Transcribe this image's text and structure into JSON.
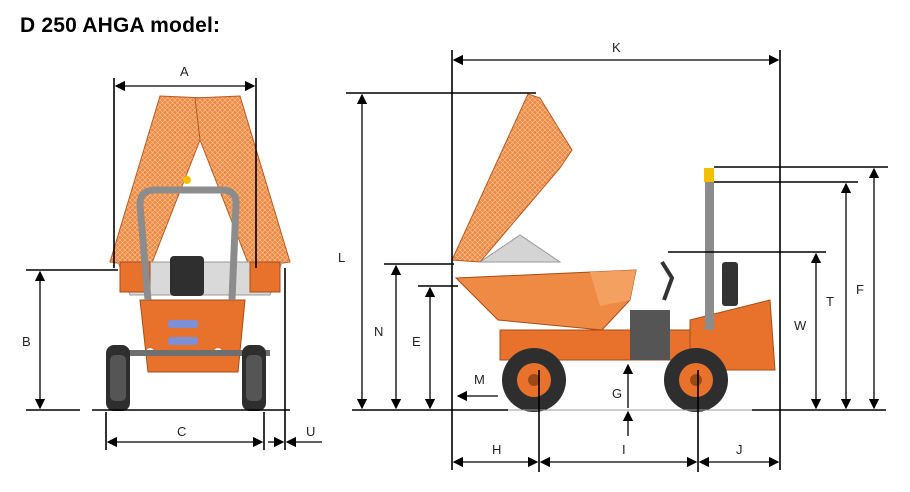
{
  "title": "D 250 AHGA model:",
  "colors": {
    "body": "#e8712c",
    "body_light": "#f3a060",
    "frame": "#8a8a8a",
    "tyre": "#3a3a3a",
    "rim": "#e8712c"
  },
  "labels": {
    "A": "A",
    "B": "B",
    "C": "C",
    "U": "U",
    "K": "K",
    "L": "L",
    "N": "N",
    "E": "E",
    "M": "M",
    "G": "G",
    "H": "H",
    "I": "I",
    "J": "J",
    "W": "W",
    "T": "T",
    "F": "F"
  }
}
